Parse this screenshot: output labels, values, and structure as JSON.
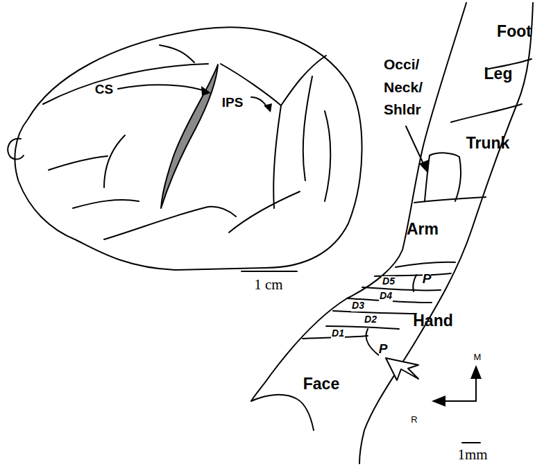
{
  "diagram": {
    "labels": [
      "CS",
      "IPS",
      "1 cm",
      "Foot",
      "Leg",
      "Occi/ Neck/ Shldr",
      "Trunk",
      "Arm",
      "D5",
      "P",
      "D4",
      "D3",
      "D2",
      "Hand",
      "D1",
      "P",
      "Face",
      "M",
      "R",
      "1mm"
    ]
  }
}
